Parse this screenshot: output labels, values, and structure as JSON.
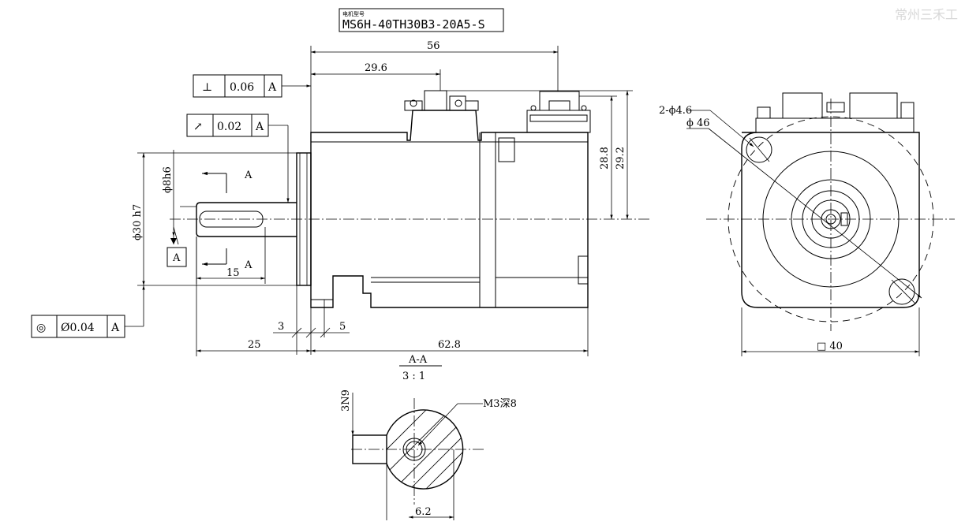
{
  "watermark": "常州三禾工",
  "model_label": "电机型号",
  "model_number": "MS6H-40TH30B3-20A5-S",
  "section_title": "A-A",
  "section_scale": "3 : 1",
  "dims": {
    "d56": "56",
    "d29_6": "29.6",
    "d28_8": "28.8",
    "d29_2": "29.2",
    "d8h6": "ϕ8h6",
    "d30h7": "ϕ30 h7",
    "d15": "15",
    "d3": "3",
    "d5": "5",
    "d25": "25",
    "d62_8": "62.8",
    "hole": "2-ϕ4.6",
    "d46": "ϕ 46",
    "sq40": "□ 40",
    "n9": "3N9",
    "m3": "M3深8",
    "d6_2": "6.2"
  },
  "section_marks": {
    "top": "A",
    "bottom": "A"
  },
  "datum": "A",
  "fcf": {
    "perp": {
      "symbol": "⊥",
      "value": "0.06",
      "datum": "A"
    },
    "runout": {
      "symbol": "↗",
      "value": "0.02",
      "datum": "A"
    },
    "conc": {
      "symbol": "◎",
      "value": "Ø0.04",
      "datum": "A"
    }
  }
}
